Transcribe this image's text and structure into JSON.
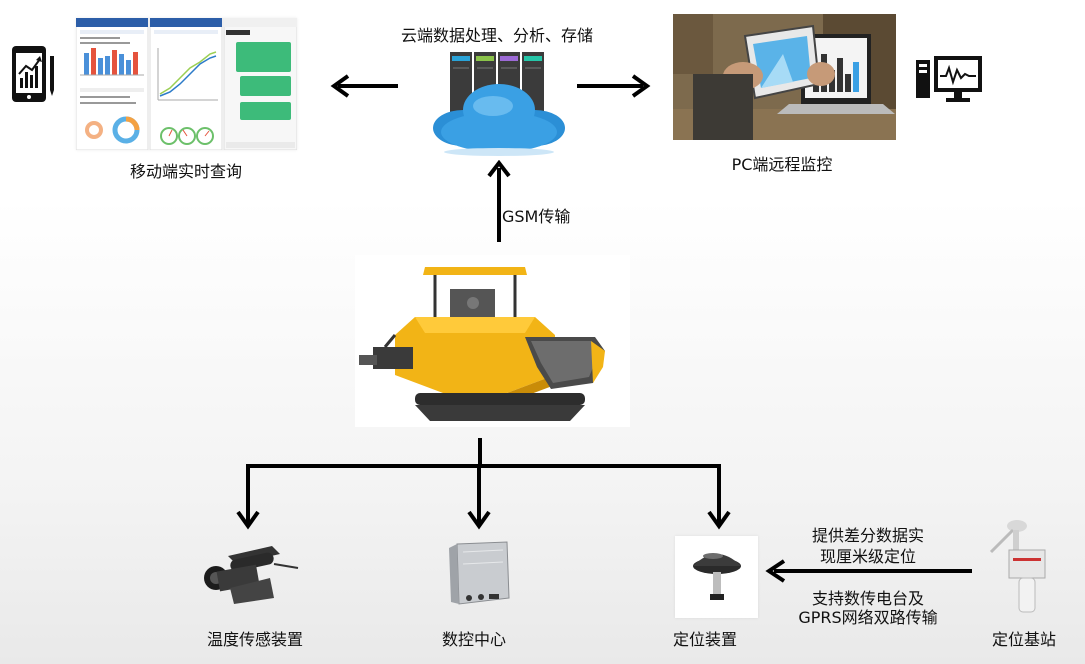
{
  "labels": {
    "cloud": "云端数据处理、分析、存储",
    "mobile": "移动端实时查询",
    "pc": "PC端远程监控",
    "gsm": "GSM传输",
    "temperature": "温度传感装置",
    "cnc": "数控中心",
    "positioning": "定位装置",
    "base_station": "定位基站",
    "differential_line1": "提供差分数据实",
    "differential_line2": "现厘米级定位",
    "transmission_line1": "支持数传电台及",
    "transmission_line2": "GPRS网络双路传输"
  },
  "colors": {
    "arrow": "#000000",
    "machine_yellow": "#f2b416",
    "machine_dark": "#3a3a3a",
    "chat_green": "#3dbb7a",
    "bar_blue": "#4a90d9",
    "bar_red": "#e5533d"
  }
}
